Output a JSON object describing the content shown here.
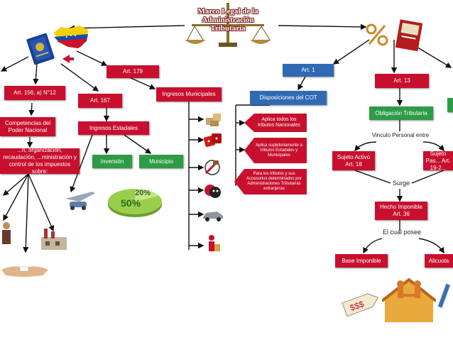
{
  "title": "Marco Legal de la Administración Tributaria",
  "left": {
    "art156": "Art. 156, a) N°12",
    "competencias": "Competencias del Poder Nacional",
    "organizacion": "...n, organización, recaudación, ...ministración y control de los impuestos sobre:",
    "art167": "Art. 167",
    "ingresos_estadales": "Ingresos Estadales",
    "inversion": "Inversión",
    "municipio": "Municipio",
    "pie_20": "20%",
    "pie_50": "50%",
    "art179": "Art. 179",
    "ingresos_municipales": "Ingresos Municipales"
  },
  "middle": {
    "art1": "Art. 1",
    "disposiciones": "Disposiciones del COT",
    "aplica_todos": "Aplica todos los tributos Nacionales",
    "aplica_supletoriamente": "Aplica supletoriamente a tributos Estadales y Municipales",
    "para_tributos": "Para los tributos y sus Accesorios determinados por Administraciones Tributarias extranjeras"
  },
  "right": {
    "art13": "Art. 13",
    "obligacion": "Obligación Tributaria",
    "vinculo": "Vinculo Personal entre",
    "sujeto_activo": "Sujeto Activo Art. 18",
    "sujeto_pasivo": "Sujeto Pas... Art. 19-2...",
    "surge": "Surge",
    "hecho": "Hecho Imponible Art. 36",
    "cual_posee": "El cual posee",
    "base": "Base Imponible",
    "alicuota": "Alicuota"
  },
  "colors": {
    "red": "#c8102e",
    "blue": "#2f6ab3",
    "green": "#2e9b47"
  }
}
